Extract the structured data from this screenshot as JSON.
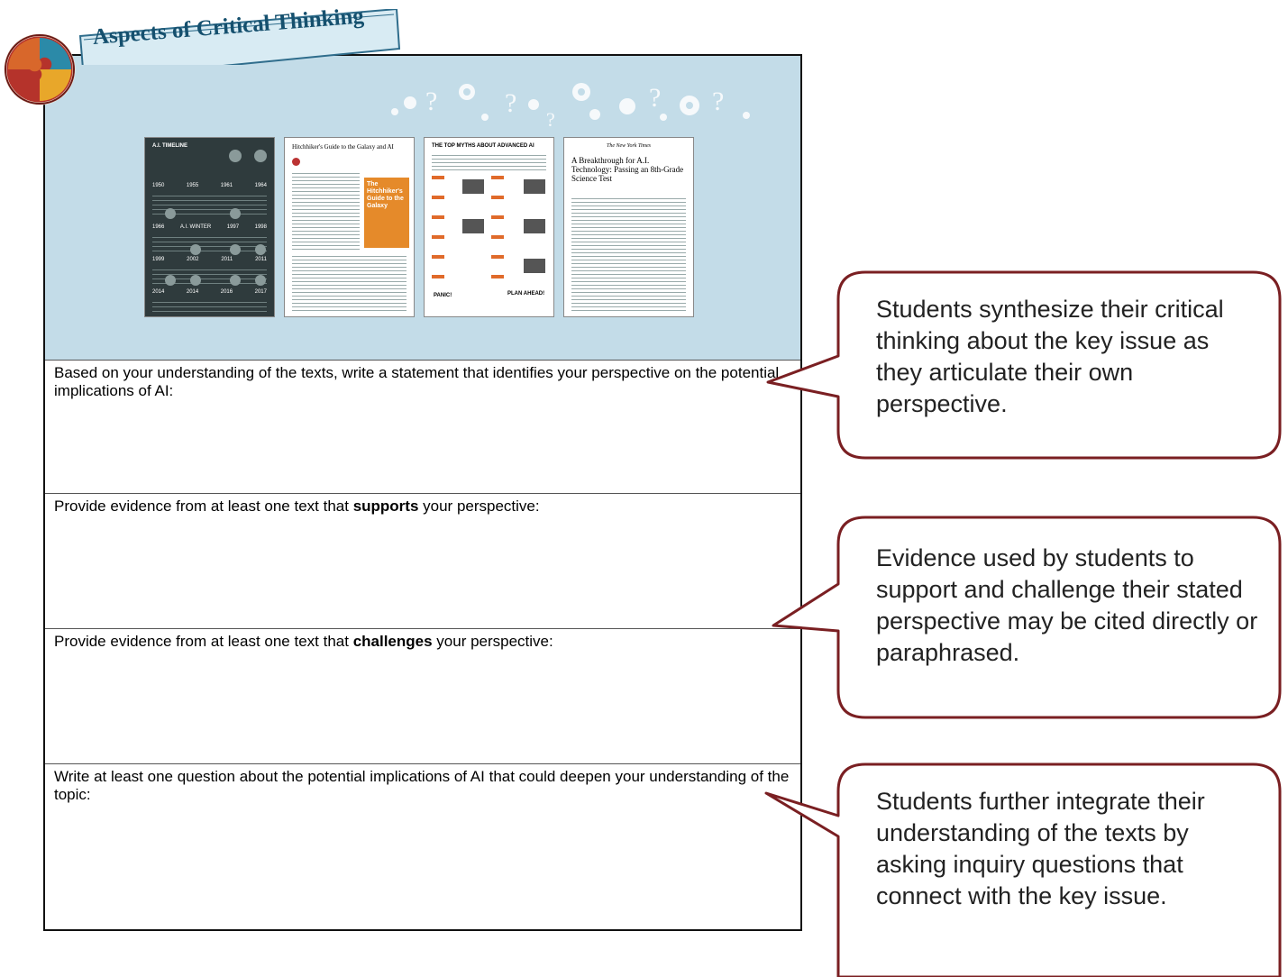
{
  "header": {
    "title": "Aspects of Critical Thinking",
    "puzzle_icon": "puzzle-pieces-icon",
    "decoration": "gears-and-question-marks"
  },
  "documents": [
    {
      "title": "A.I. TIMELINE",
      "years_row1": [
        "1950",
        "1955",
        "1961",
        "1964"
      ],
      "years_row2": [
        "1966",
        "A.I. WINTER",
        "1997",
        "1998"
      ],
      "years_row3": [
        "1999",
        "2002",
        "2011",
        "2011"
      ],
      "years_row4": [
        "2014",
        "2014",
        "2016",
        "2017"
      ]
    },
    {
      "title": "Hitchhiker's Guide to the Galaxy and AI",
      "cover_text": "The Hitchhiker's Guide to the Galaxy"
    },
    {
      "title": "THE TOP MYTHS ABOUT ADVANCED AI",
      "panic_label": "PANIC!",
      "plan_label": "PLAN AHEAD!"
    },
    {
      "masthead": "The New York Times",
      "title": "A Breakthrough for A.I. Technology: Passing an 8th-Grade Science Test"
    }
  ],
  "prompts": {
    "perspective": "Based on your understanding of the texts, write a statement that identifies your perspective on the potential implications of AI:",
    "supports_before": "Provide evidence from at least one text that ",
    "supports_bold": "supports",
    "supports_after": " your perspective:",
    "challenges_before": "Provide evidence from at least one text that ",
    "challenges_bold": "challenges",
    "challenges_after": " your perspective:",
    "question": "Write at least one question about the potential implications of AI that could deepen your understanding of the topic:"
  },
  "callouts": [
    "Students synthesize their critical thinking about the key issue as they articulate their own perspective.",
    "Evidence used by students to support and challenge their stated perspective may be cited directly or paraphrased.",
    "Students further integrate their understanding of the texts by asking inquiry questions that connect with the key issue."
  ],
  "colors": {
    "banner": "#c3dce8",
    "title": "#15506e",
    "callout_border": "#7a1f22",
    "ribbon": "#d8ebf3"
  }
}
